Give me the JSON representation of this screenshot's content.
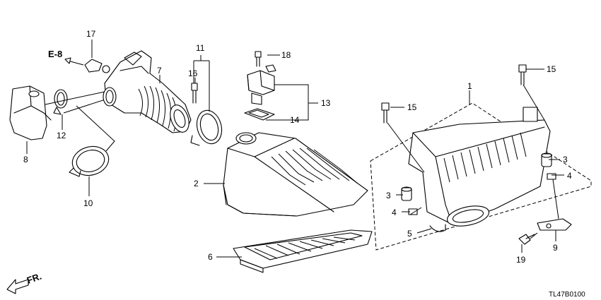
{
  "callouts": [
    {
      "id": "c1",
      "label": "1"
    },
    {
      "id": "c2",
      "label": "2"
    },
    {
      "id": "c3a",
      "label": "3"
    },
    {
      "id": "c3b",
      "label": "3"
    },
    {
      "id": "c4a",
      "label": "4"
    },
    {
      "id": "c4b",
      "label": "4"
    },
    {
      "id": "c5",
      "label": "5"
    },
    {
      "id": "c6",
      "label": "6"
    },
    {
      "id": "c7",
      "label": "7"
    },
    {
      "id": "c8",
      "label": "8"
    },
    {
      "id": "c9",
      "label": "9"
    },
    {
      "id": "c10",
      "label": "10"
    },
    {
      "id": "c11",
      "label": "11"
    },
    {
      "id": "c12",
      "label": "12"
    },
    {
      "id": "c13",
      "label": "13"
    },
    {
      "id": "c14",
      "label": "14"
    },
    {
      "id": "c15a",
      "label": "15"
    },
    {
      "id": "c15b",
      "label": "15"
    },
    {
      "id": "c16",
      "label": "16"
    },
    {
      "id": "c17",
      "label": "17"
    },
    {
      "id": "c18",
      "label": "18"
    },
    {
      "id": "c19",
      "label": "19"
    }
  ],
  "reference": "E-8",
  "front_label": "FR.",
  "diagram_code": "TL47B0100"
}
